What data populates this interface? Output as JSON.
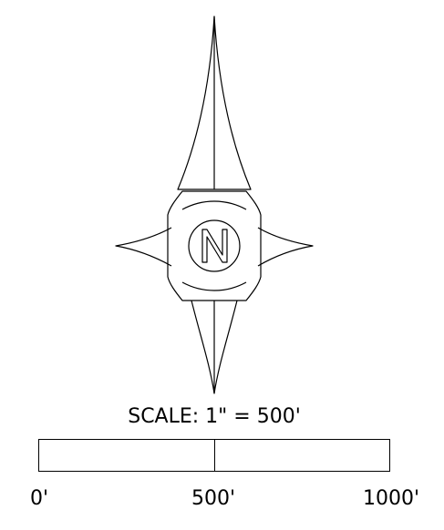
{
  "north_arrow": {
    "letter": "N"
  },
  "scale": {
    "title": "SCALE: 1\" = 500'",
    "ticks": [
      "0'",
      "500'",
      "1000'"
    ]
  },
  "colors": {
    "ink": "#000000",
    "background": "#ffffff"
  }
}
